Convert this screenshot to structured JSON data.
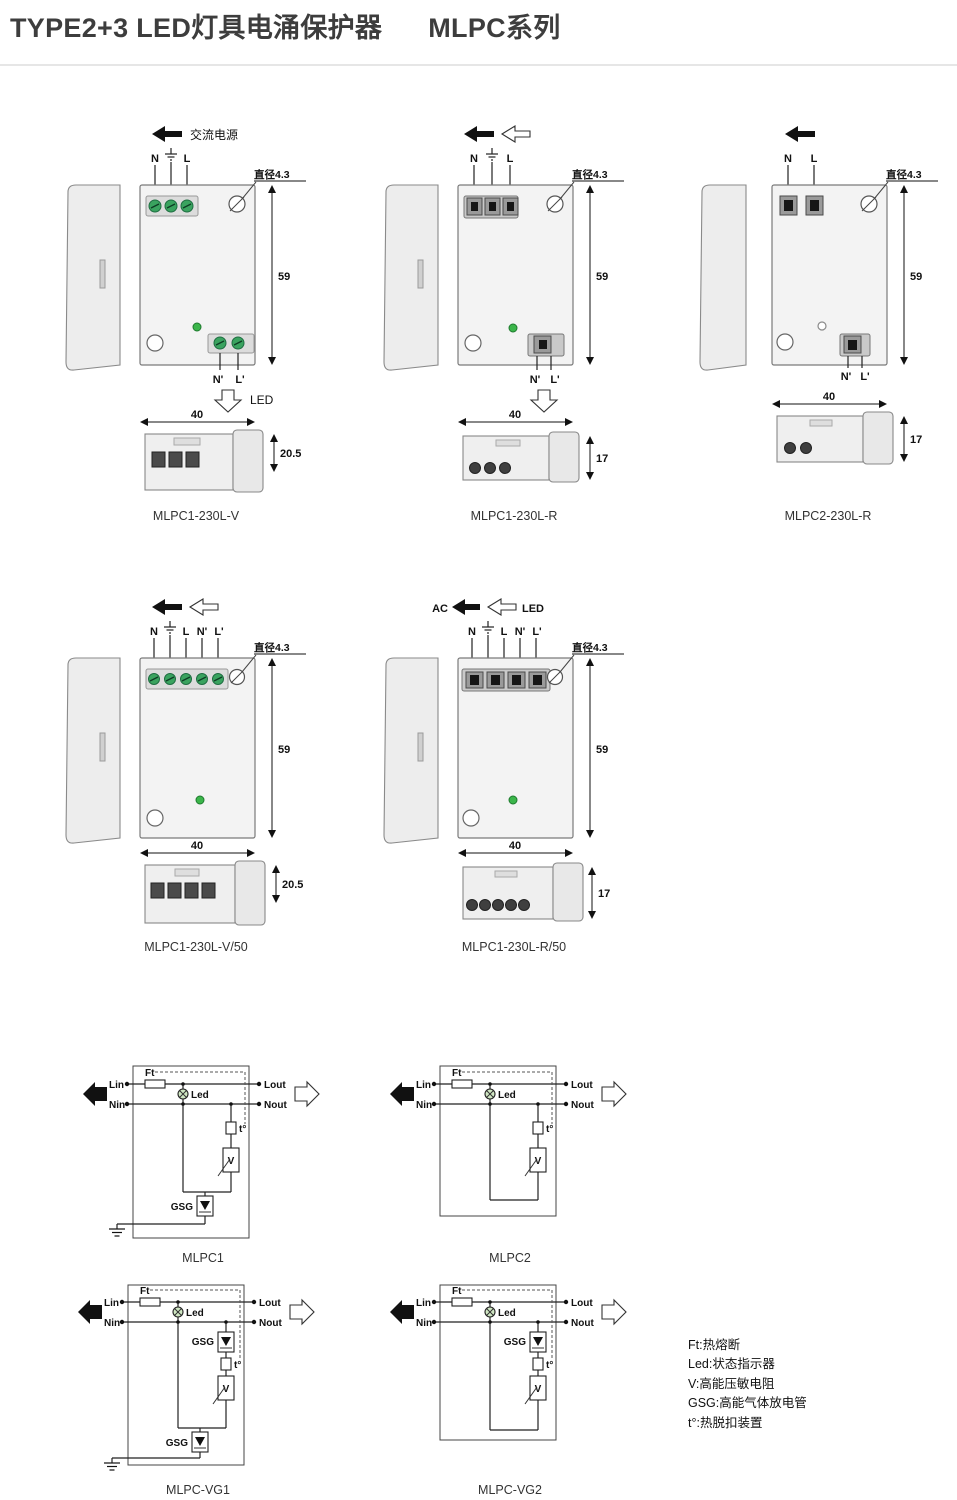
{
  "header": {
    "title": "TYPE2+3 LED灯具电涌保护器",
    "series": "MLPC系列"
  },
  "shared": {
    "ac_power": "交流电源",
    "ac": "AC",
    "led": "LED",
    "diameter": "直径4.3",
    "n": "N",
    "l": "L",
    "n2": "N'",
    "l2": "L'",
    "h": "59",
    "w": "40",
    "d_v": "20.5",
    "d_r": "17"
  },
  "devices": [
    {
      "caption": "MLPC1-230L-V"
    },
    {
      "caption": "MLPC1-230L-R"
    },
    {
      "caption": "MLPC2-230L-R"
    },
    {
      "caption": "MLPC1-230L-V/50"
    },
    {
      "caption": "MLPC1-230L-R/50"
    }
  ],
  "circuit": {
    "lin": "Lin",
    "nin": "Nin",
    "lout": "Lout",
    "nout": "Nout",
    "ft": "Ft",
    "led": "Led",
    "t": "t°",
    "v": "V",
    "gsg": "GSG"
  },
  "circuits": [
    {
      "caption": "MLPC1"
    },
    {
      "caption": "MLPC2"
    },
    {
      "caption": "MLPC-VG1"
    },
    {
      "caption": "MLPC-VG2"
    }
  ],
  "legend": {
    "l1": "Ft:热熔断",
    "l2": "Led:状态指示器",
    "l3": "V:高能压敏电阻",
    "l4": "GSG:高能气体放电管",
    "l5": "t°:热脱扣装置"
  }
}
